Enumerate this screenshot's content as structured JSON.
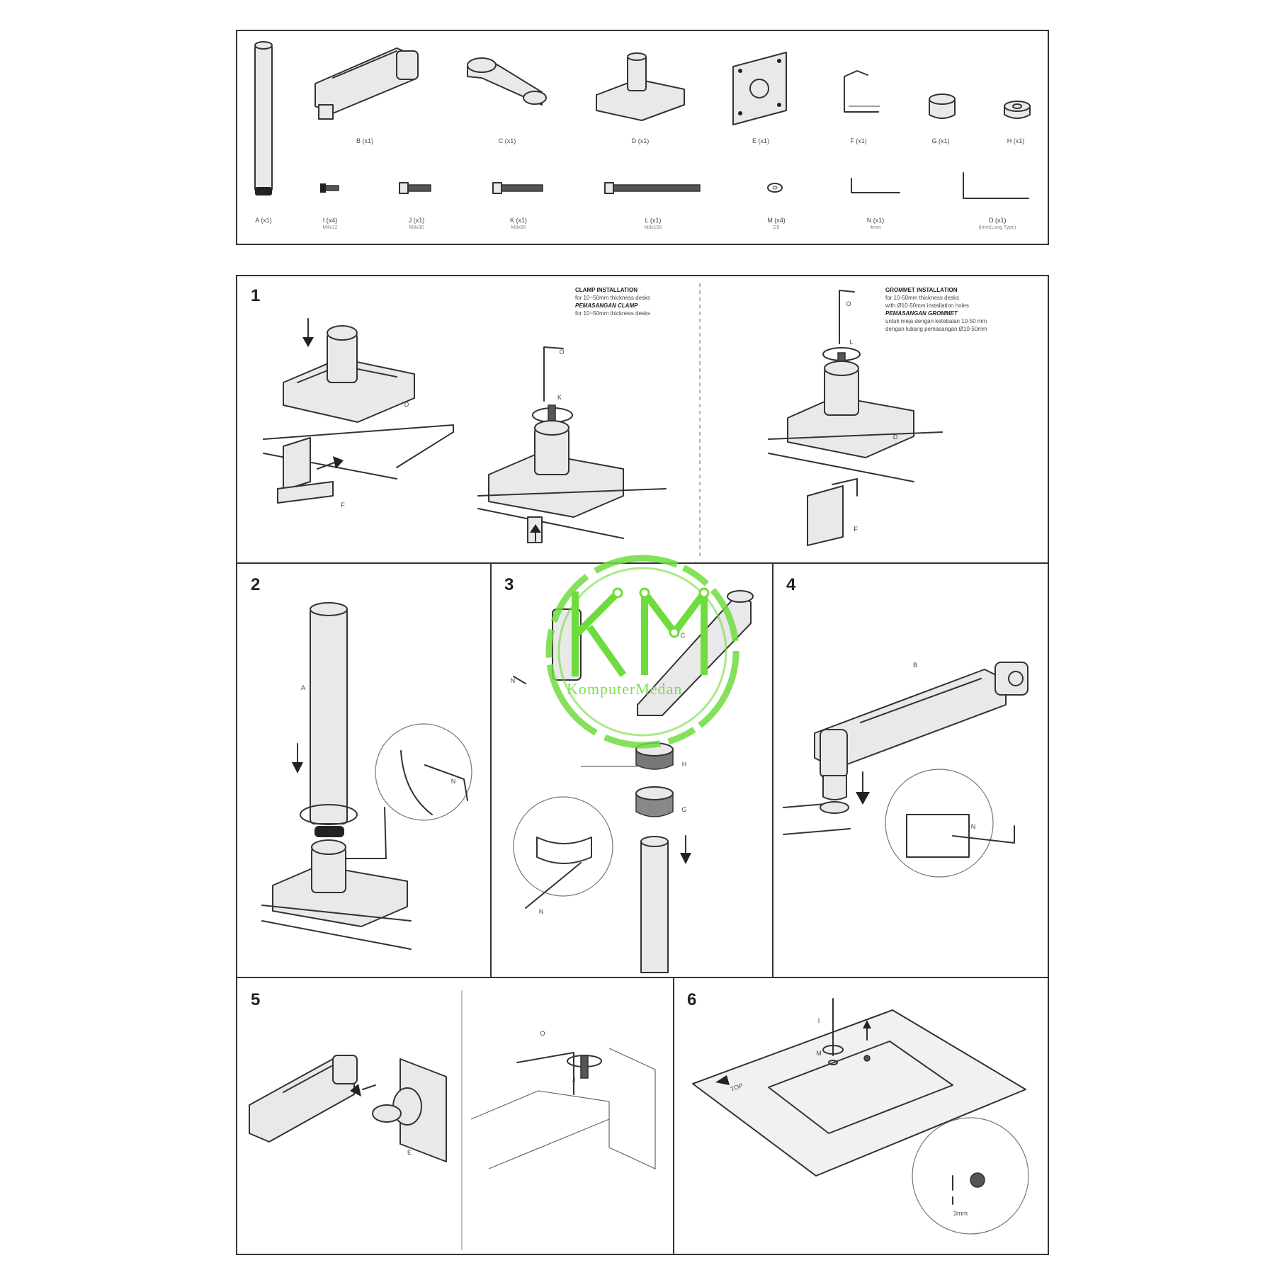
{
  "parts": [
    {
      "label": "A (x1)",
      "sub": ""
    },
    {
      "label": "B (x1)",
      "sub": ""
    },
    {
      "label": "C (x1)",
      "sub": ""
    },
    {
      "label": "D (x1)",
      "sub": ""
    },
    {
      "label": "E (x1)",
      "sub": ""
    },
    {
      "label": "F (x1)",
      "sub": ""
    },
    {
      "label": "G (x1)",
      "sub": ""
    },
    {
      "label": "H (x1)",
      "sub": ""
    },
    {
      "label": "I (x4)",
      "sub": "M4x12"
    },
    {
      "label": "J (x1)",
      "sub": "M8x30"
    },
    {
      "label": "K (x1)",
      "sub": "M8x80"
    },
    {
      "label": "L (x1)",
      "sub": "M8x150"
    },
    {
      "label": "M (x4)",
      "sub": "D5"
    },
    {
      "label": "N (x1)",
      "sub": "4mm"
    },
    {
      "label": "O (x1)",
      "sub": "6mm(Long Type)"
    }
  ],
  "steps": [
    "1",
    "2",
    "3",
    "4",
    "5",
    "6"
  ],
  "clamp_note": {
    "title": "CLAMP INSTALLATION",
    "line1": "for 10~50mm thickness desks",
    "title_id": "PEMASANGAN CLAMP",
    "line2": "for 10~50mm thickness desks"
  },
  "grommet_note": {
    "title": "GROMMET INSTALLATION",
    "line1": "for 10-50mm thickness desks",
    "line2": "with Ø10-50mm installation holes",
    "title_id": "PEMASANGAN GROMMET",
    "line3": "untuk meja dengan ketebalan 10-50 mm",
    "line4": "dengan lubang pemasangan Ø10-50mm"
  },
  "callouts": {
    "s1_d": "D",
    "s1_f": "F",
    "s1_o": "O",
    "s1_k": "K",
    "s1_l": "L",
    "s2_a": "A",
    "s2_n": "N",
    "s3_c": "C",
    "s3_h": "H",
    "s3_g": "G",
    "s3_n": "N",
    "s4_b": "B",
    "s4_n": "N",
    "s5_e": "E",
    "s5_o": "O",
    "s5_j": "J",
    "s6_i": "I",
    "s6_m": "M"
  },
  "monitor_top": "TOP",
  "screw_gap": "3mm",
  "watermark": {
    "letters": "KM",
    "caption": "KomputerMedan",
    "color": "#6fdc3e"
  }
}
